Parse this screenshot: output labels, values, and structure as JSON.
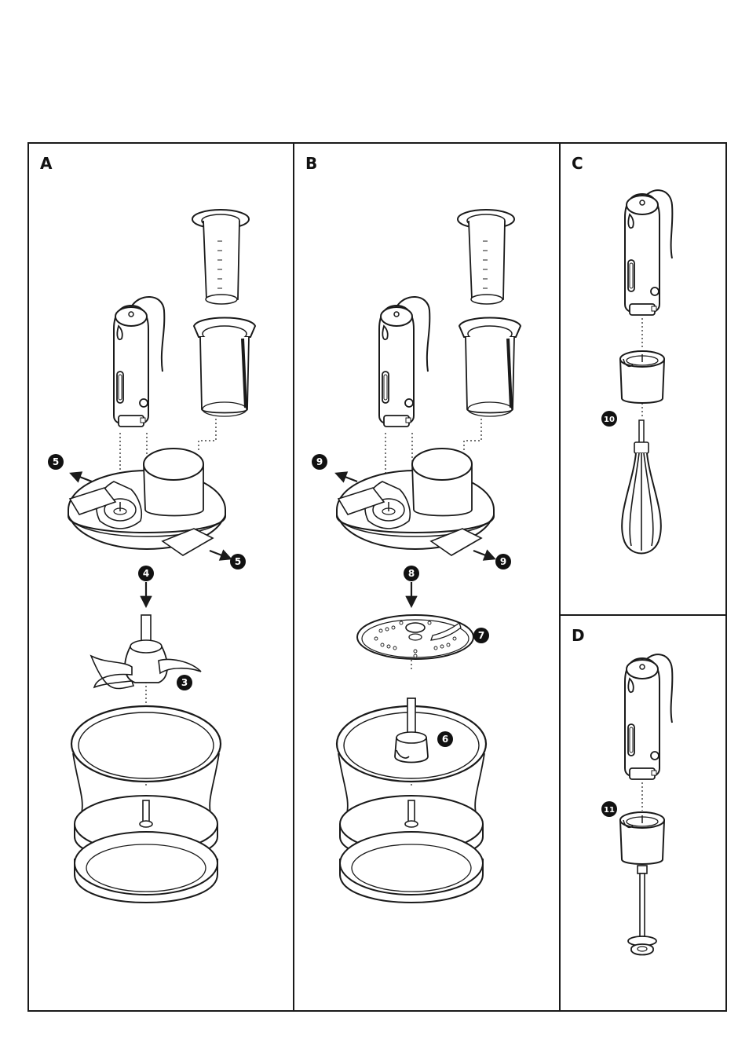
{
  "panels": {
    "a": {
      "label": "A"
    },
    "b": {
      "label": "B"
    },
    "c": {
      "label": "C"
    },
    "d": {
      "label": "D"
    }
  },
  "callouts": {
    "a_release_left": "5",
    "a_release_right": "5",
    "a_attach_lid": "4",
    "a_blade": "3",
    "b_release_left": "9",
    "b_release_right": "9",
    "b_attach_lid": "8",
    "b_disc": "7",
    "b_drive": "6",
    "c_whisk": "10",
    "d_masher": "11"
  },
  "icons": {
    "hand_blender": "hand-blender-motor-icon",
    "food_chute": "food-pusher-chute-icon",
    "lid": "processor-lid-icon",
    "blade": "chopping-blade-icon",
    "disc": "slicing-disc-icon",
    "bowl": "processor-bowl-icon",
    "whisk": "whisk-attachment-icon",
    "masher": "masher-attachment-icon"
  },
  "colors": {
    "line": "#1a1a1a",
    "fill": "#ffffff",
    "badge": "#111111"
  }
}
